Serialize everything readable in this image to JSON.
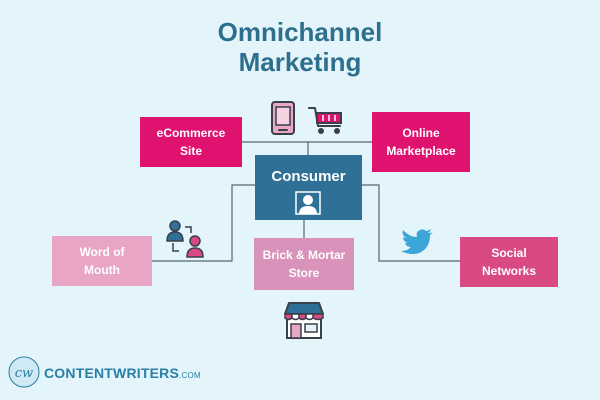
{
  "title": {
    "line1": "Omnichannel",
    "line2": "Marketing"
  },
  "nodes": {
    "center": "Consumer",
    "ecommerce": "eCommerce\nSite",
    "online_marketplace": "Online\nMarketplace",
    "word_of_mouth": "Word of\nMouth",
    "brick_mortar": "Brick & Mortar\nStore",
    "social_networks": "Social\nNetworks"
  },
  "icons": {
    "consumer": "person-icon",
    "ecommerce": "mobile-phone-icon",
    "online_marketplace": "shopping-cart-icon",
    "word_of_mouth": "people-talking-icon",
    "brick_mortar": "storefront-icon",
    "social_networks": "twitter-bird-icon"
  },
  "logo": {
    "mark": "cw",
    "text": "CONTENTWRITERS",
    "suffix": ".COM"
  },
  "colors": {
    "background": "#e3f4fb",
    "title": "#2e6f8e",
    "consumer": "#2f7196",
    "ecommerce": "#e0126f",
    "online_marketplace": "#e0126f",
    "word_of_mouth": "#e8a5c6",
    "brick_mortar": "#d992ba",
    "social_networks": "#d94a84",
    "connector": "#5a6670"
  }
}
